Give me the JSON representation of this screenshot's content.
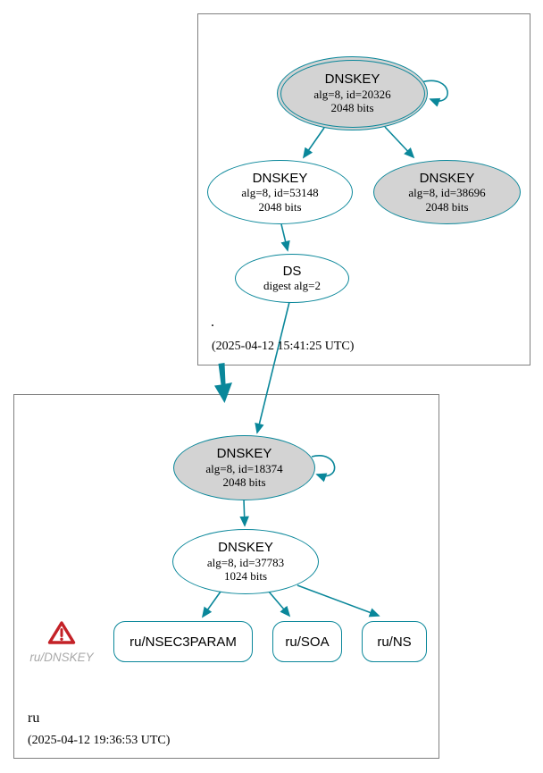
{
  "diagram": {
    "type": "dnssec-authentication-chain",
    "colors": {
      "edge": "#0a879a",
      "ksk_fill": "#d3d3d3",
      "node_fill": "#ffffff",
      "box_border": "#808080",
      "warning_red": "#c42127",
      "warning_label_gray": "#a9a9a9"
    },
    "zones": {
      "root": {
        "label": ".",
        "timestamp": "(2025-04-12 15:41:25 UTC)"
      },
      "ru": {
        "label": "ru",
        "timestamp": "(2025-04-12 19:36:53 UTC)"
      }
    },
    "nodes": {
      "root_ksk_20326": {
        "type": "DNSKEY",
        "detail1": "alg=8, id=20326",
        "detail2": "2048 bits",
        "style": "ksk-double-border-gray",
        "self_signed": true
      },
      "root_zsk_53148": {
        "type": "DNSKEY",
        "detail1": "alg=8, id=53148",
        "detail2": "2048 bits",
        "style": "white"
      },
      "root_ksk_38696": {
        "type": "DNSKEY",
        "detail1": "alg=8, id=38696",
        "detail2": "2048 bits",
        "style": "gray"
      },
      "root_ds": {
        "type": "DS",
        "detail1": "digest alg=2",
        "style": "white"
      },
      "ru_ksk_18374": {
        "type": "DNSKEY",
        "detail1": "alg=8, id=18374",
        "detail2": "2048 bits",
        "style": "gray",
        "self_signed": true
      },
      "ru_zsk_37783": {
        "type": "DNSKEY",
        "detail1": "alg=8, id=37783",
        "detail2": "1024 bits",
        "style": "white"
      },
      "ru_nsec3param": {
        "label": "ru/NSEC3PARAM"
      },
      "ru_soa": {
        "label": "ru/SOA"
      },
      "ru_ns": {
        "label": "ru/NS"
      },
      "ru_dnskey_warning": {
        "label": "ru/DNSKEY",
        "icon": "warning-triangle-icon"
      }
    },
    "edges": [
      "root_ksk_20326 -> root_ksk_20326 (self loop)",
      "root_ksk_20326 -> root_zsk_53148",
      "root_ksk_20326 -> root_ksk_38696",
      "root_zsk_53148 -> root_ds",
      "root_ds -> ru_ksk_18374",
      "root zone -> ru zone (thick delegation arrow)",
      "ru_ksk_18374 -> ru_ksk_18374 (self loop)",
      "ru_ksk_18374 -> ru_zsk_37783",
      "ru_zsk_37783 -> ru_nsec3param",
      "ru_zsk_37783 -> ru_soa",
      "ru_zsk_37783 -> ru_ns"
    ]
  }
}
